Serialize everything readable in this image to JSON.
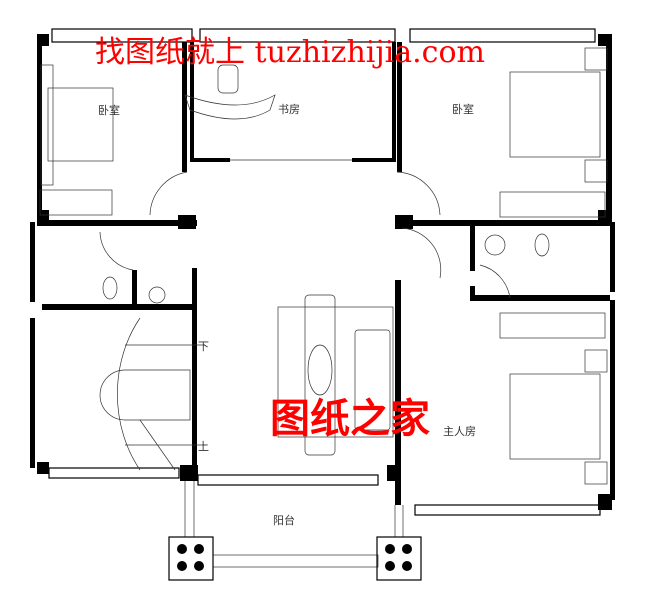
{
  "watermarks": {
    "top": "找图纸就上 tuzhizhijia.com",
    "center": "图纸之家",
    "color": "#ff0000"
  },
  "rooms": {
    "bedroom_left": "卧室",
    "study": "书房",
    "bedroom_right": "卧室",
    "master_bedroom": "主人房",
    "balcony": "阳台"
  },
  "stair": {
    "down": "下",
    "up": "上"
  }
}
